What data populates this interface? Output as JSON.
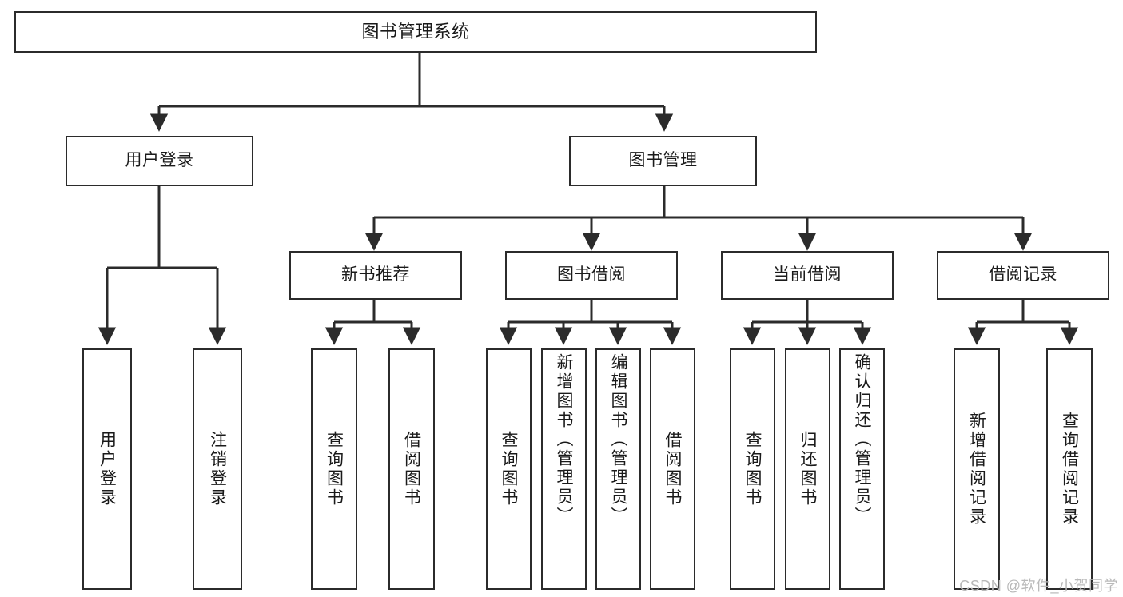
{
  "diagram": {
    "title": "图书管理系统",
    "type": "tree",
    "colors": {
      "stroke": "#2b2b2b",
      "fill": "#ffffff",
      "text": "#1a1a1a",
      "watermark": "#b9b9b9"
    },
    "watermark": "CSDN @软件_小贺同学"
  },
  "nodes": {
    "root": {
      "label": "图书管理系统"
    },
    "level2": [
      {
        "id": "user-login",
        "label": "用户登录"
      },
      {
        "id": "book-manage",
        "label": "图书管理"
      }
    ],
    "level3": [
      {
        "id": "new-book-recommend",
        "label": "新书推荐"
      },
      {
        "id": "book-borrow",
        "label": "图书借阅"
      },
      {
        "id": "current-borrow",
        "label": "当前借阅"
      },
      {
        "id": "borrow-record",
        "label": "借阅记录"
      }
    ],
    "leaves": [
      {
        "id": "leaf-user-login",
        "parent": "user-login",
        "label": "用户登录"
      },
      {
        "id": "leaf-logout",
        "parent": "user-login",
        "label": "注销登录"
      },
      {
        "id": "leaf-query-book-1",
        "parent": "new-book-recommend",
        "label": "查询图书"
      },
      {
        "id": "leaf-borrow-book-1",
        "parent": "new-book-recommend",
        "label": "借阅图书"
      },
      {
        "id": "leaf-query-book-2",
        "parent": "book-borrow",
        "label": "查询图书"
      },
      {
        "id": "leaf-add-book",
        "parent": "book-borrow",
        "label": "新增图书（管理员）"
      },
      {
        "id": "leaf-edit-book",
        "parent": "book-borrow",
        "label": "编辑图书（管理员）"
      },
      {
        "id": "leaf-borrow-book-2",
        "parent": "book-borrow",
        "label": "借阅图书"
      },
      {
        "id": "leaf-query-book-3",
        "parent": "current-borrow",
        "label": "查询图书"
      },
      {
        "id": "leaf-return-book",
        "parent": "current-borrow",
        "label": "归还图书"
      },
      {
        "id": "leaf-confirm-return",
        "parent": "current-borrow",
        "label": "确认归还（管理员）"
      },
      {
        "id": "leaf-add-record",
        "parent": "borrow-record",
        "label": "新增借阅记录"
      },
      {
        "id": "leaf-query-record",
        "parent": "borrow-record",
        "label": "查询借阅记录"
      }
    ]
  }
}
